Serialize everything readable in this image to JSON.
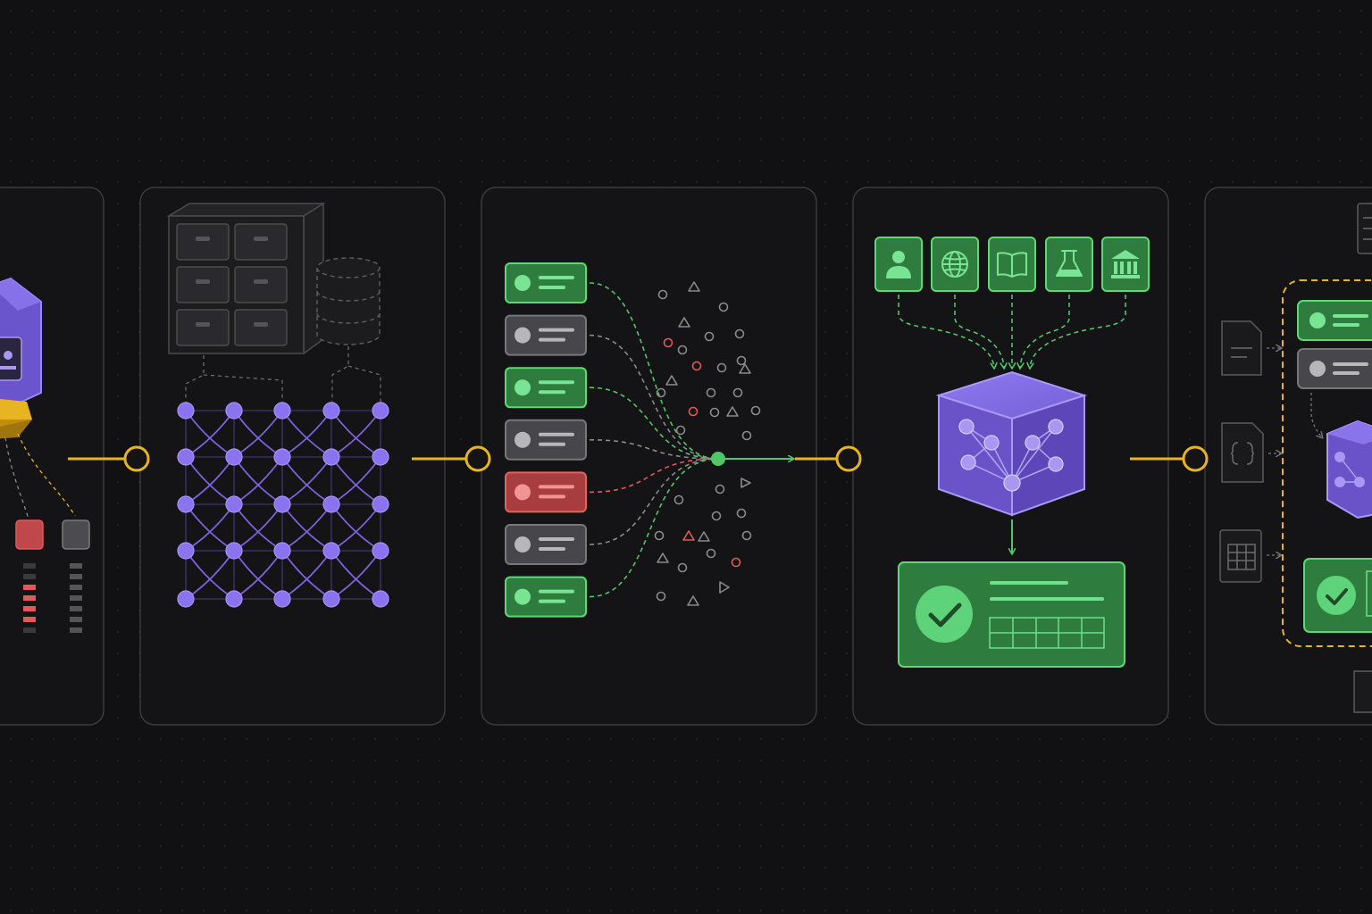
{
  "diagram": {
    "stages": [
      {
        "id": "ingest",
        "icon": "cube-with-document-icon"
      },
      {
        "id": "storage",
        "icon": "filing-cabinet-and-database-icon"
      },
      {
        "id": "filtering",
        "icon": "record-filter-funnel-icon"
      },
      {
        "id": "synthesis",
        "icon": "knowledge-cube-icon"
      },
      {
        "id": "output",
        "icon": "document-bundle-icon"
      }
    ],
    "records": [
      "accepted",
      "neutral",
      "accepted",
      "neutral",
      "rejected",
      "neutral",
      "accepted"
    ],
    "sources": [
      "person-icon",
      "globe-icon",
      "book-icon",
      "flask-icon",
      "institution-icon"
    ],
    "colors": {
      "background": "#111113",
      "panel": "#141416",
      "accent_yellow": "#e8b422",
      "accent_green": "#4fc667",
      "accent_purple": "#8b6ee8",
      "accent_red": "#e05a5a",
      "neutral_gray": "#8a8a8e"
    }
  }
}
